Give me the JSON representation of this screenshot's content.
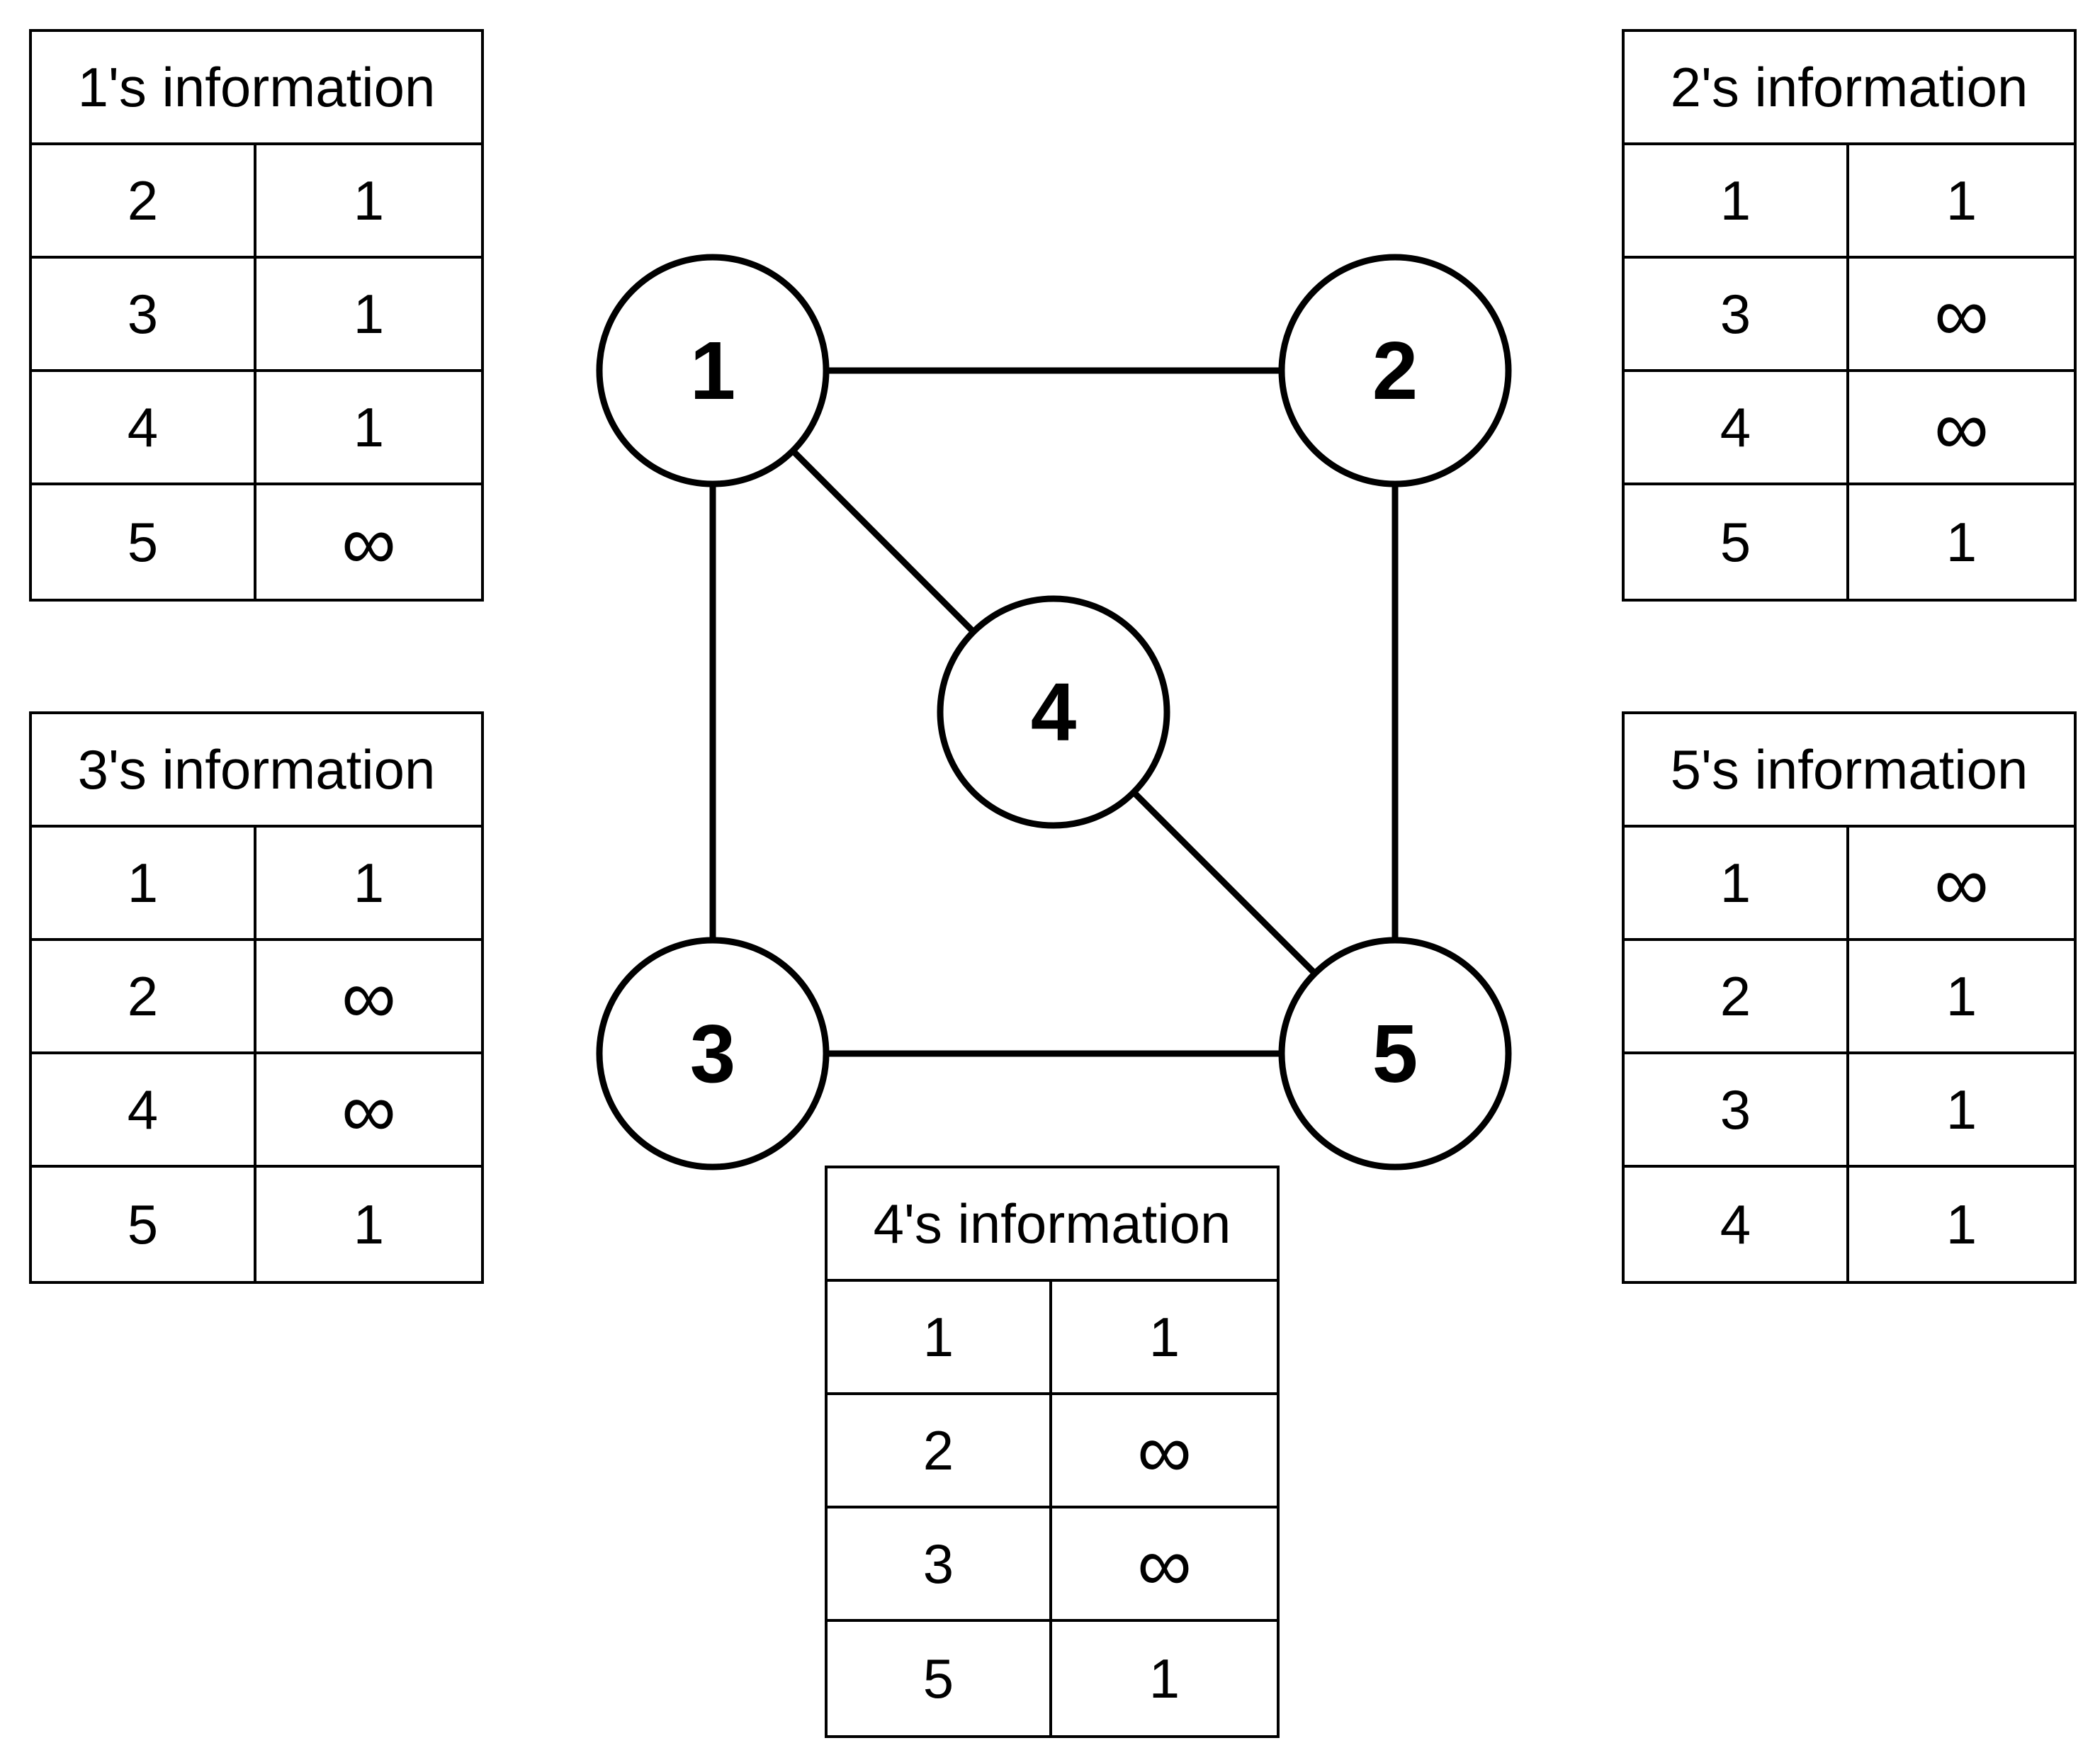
{
  "nodes": [
    {
      "id": "1",
      "label": "1"
    },
    {
      "id": "2",
      "label": "2"
    },
    {
      "id": "3",
      "label": "3"
    },
    {
      "id": "4",
      "label": "4"
    },
    {
      "id": "5",
      "label": "5"
    }
  ],
  "edges": [
    {
      "from": "1",
      "to": "2"
    },
    {
      "from": "1",
      "to": "3"
    },
    {
      "from": "1",
      "to": "4"
    },
    {
      "from": "2",
      "to": "5"
    },
    {
      "from": "3",
      "to": "5"
    },
    {
      "from": "4",
      "to": "5"
    }
  ],
  "tables": [
    {
      "id": "t1",
      "title": "1's information",
      "rows": [
        [
          "2",
          "1"
        ],
        [
          "3",
          "1"
        ],
        [
          "4",
          "1"
        ],
        [
          "5",
          "∞"
        ]
      ]
    },
    {
      "id": "t2",
      "title": "2's information",
      "rows": [
        [
          "1",
          "1"
        ],
        [
          "3",
          "∞"
        ],
        [
          "4",
          "∞"
        ],
        [
          "5",
          "1"
        ]
      ]
    },
    {
      "id": "t3",
      "title": "3's information",
      "rows": [
        [
          "1",
          "1"
        ],
        [
          "2",
          "∞"
        ],
        [
          "4",
          "∞"
        ],
        [
          "5",
          "1"
        ]
      ]
    },
    {
      "id": "t5",
      "title": "5's information",
      "rows": [
        [
          "1",
          "∞"
        ],
        [
          "2",
          "1"
        ],
        [
          "3",
          "1"
        ],
        [
          "4",
          "1"
        ]
      ]
    },
    {
      "id": "t4",
      "title": "4's information",
      "rows": [
        [
          "1",
          "1"
        ],
        [
          "2",
          "∞"
        ],
        [
          "3",
          "∞"
        ],
        [
          "5",
          "1"
        ]
      ]
    }
  ]
}
